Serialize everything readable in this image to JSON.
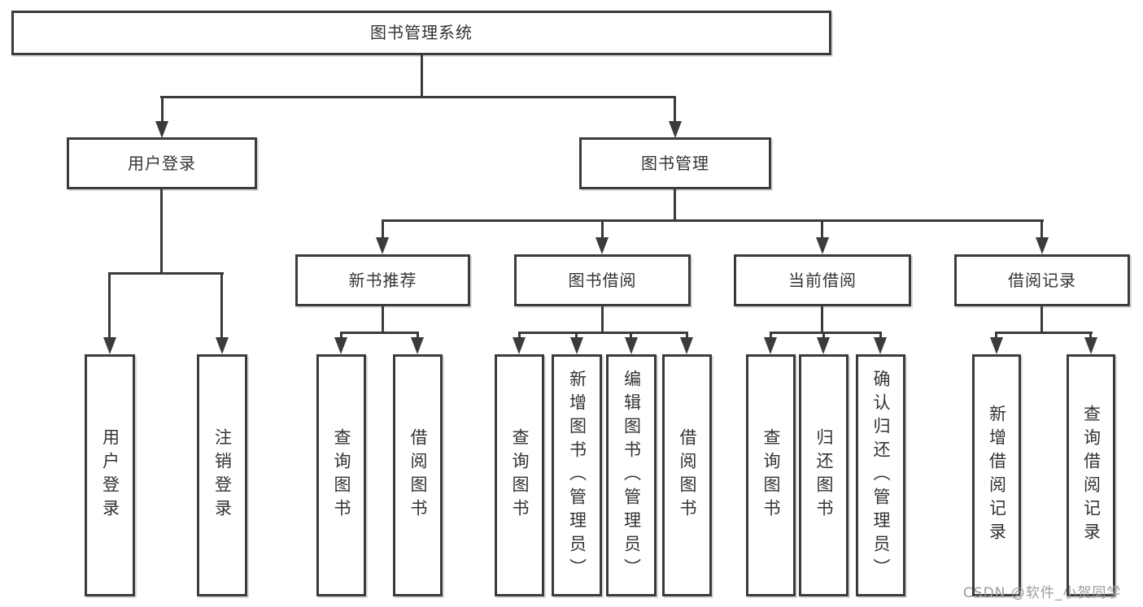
{
  "colors": {
    "line": "#3b3b3b",
    "text": "#333333",
    "watermark": "#9b9b9b",
    "background": "#ffffff"
  },
  "nodes": {
    "root": {
      "label": "图书管理系统"
    },
    "user_login": {
      "label": "用户登录"
    },
    "book_management": {
      "label": "图书管理"
    },
    "new_book_recommend": {
      "label": "新书推荐"
    },
    "book_borrow": {
      "label": "图书借阅"
    },
    "current_borrow": {
      "label": "当前借阅"
    },
    "borrow_record": {
      "label": "借阅记录"
    },
    "leaf_user_login": {
      "label": "用户登录"
    },
    "leaf_logout": {
      "label": "注销登录"
    },
    "leaf_query_book_recommend": {
      "label": "查询图书"
    },
    "leaf_borrow_book_recommend": {
      "label": "借阅图书"
    },
    "leaf_query_book_borrow": {
      "label": "查询图书"
    },
    "leaf_add_book": {
      "label": "新增图书（管理员）"
    },
    "leaf_edit_book": {
      "label": "编辑图书（管理员）"
    },
    "leaf_borrow_book_borrow": {
      "label": "借阅图书"
    },
    "leaf_query_book_current": {
      "label": "查询图书"
    },
    "leaf_return_book": {
      "label": "归还图书"
    },
    "leaf_confirm_return": {
      "label": "确认归还（管理员）"
    },
    "leaf_add_borrow_record": {
      "label": "新增借阅记录"
    },
    "leaf_query_borrow_record": {
      "label": "查询借阅记录"
    }
  },
  "hierarchy": {
    "图书管理系统": {
      "用户登录": [
        "用户登录",
        "注销登录"
      ],
      "图书管理": {
        "新书推荐": [
          "查询图书",
          "借阅图书"
        ],
        "图书借阅": [
          "查询图书",
          "新增图书（管理员）",
          "编辑图书（管理员）",
          "借阅图书"
        ],
        "当前借阅": [
          "查询图书",
          "归还图书",
          "确认归还（管理员）"
        ],
        "借阅记录": [
          "新增借阅记录",
          "查询借阅记录"
        ]
      }
    }
  },
  "watermark": {
    "text": "CSDN @软件_小贺同学"
  }
}
